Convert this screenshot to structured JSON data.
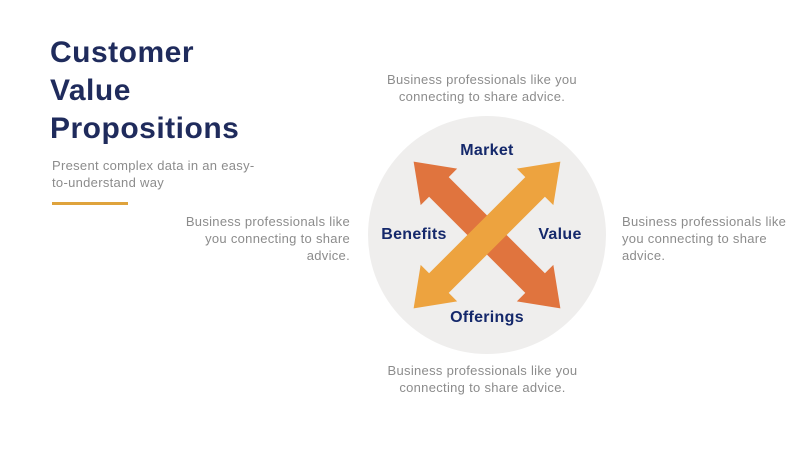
{
  "slide": {
    "title": "Customer Value Propositions",
    "title_lines": [
      "Customer",
      "Value",
      "Propositions"
    ],
    "subtitle": "Present complex data in an easy-to-understand way"
  },
  "colors": {
    "title_navy": "#1F2B5C",
    "label_navy": "#14286B",
    "accent_underline": "#DFA33C",
    "body_gray": "#8C8C8C",
    "circle_gray": "#EFEEED"
  },
  "diagram": {
    "labels": {
      "top": "Market",
      "right": "Value",
      "bottom": "Offerings",
      "left": "Benefits"
    },
    "arrow_colors": {
      "light": "#EDA33F",
      "dark": "#E0743E"
    }
  },
  "descriptions": {
    "top": "Business professionals like you connecting to share advice.",
    "right": "Business professionals like you connecting to share advice.",
    "bottom": "Business professionals like you connecting to share advice.",
    "left": "Business professionals like you connecting to share advice."
  }
}
